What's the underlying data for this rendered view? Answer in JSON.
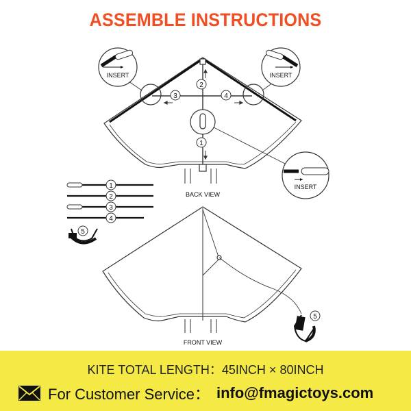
{
  "title": "ASSEMBLE INSTRUCTIONS",
  "labels": {
    "insert": "INSERT",
    "back_view": "BACK VIEW",
    "front_view": "FRONT VIEW"
  },
  "step_numbers": [
    "1",
    "2",
    "3",
    "4",
    "5"
  ],
  "footer": {
    "length_text": "KITE TOTAL LENGTH：45INCH × 80INCH",
    "service_label": "For Customer Service：",
    "email": "info@fmagictoys.com",
    "icon": "envelope-icon"
  },
  "colors": {
    "title": "#f04e23",
    "footer_bg": "#f5ea45"
  }
}
